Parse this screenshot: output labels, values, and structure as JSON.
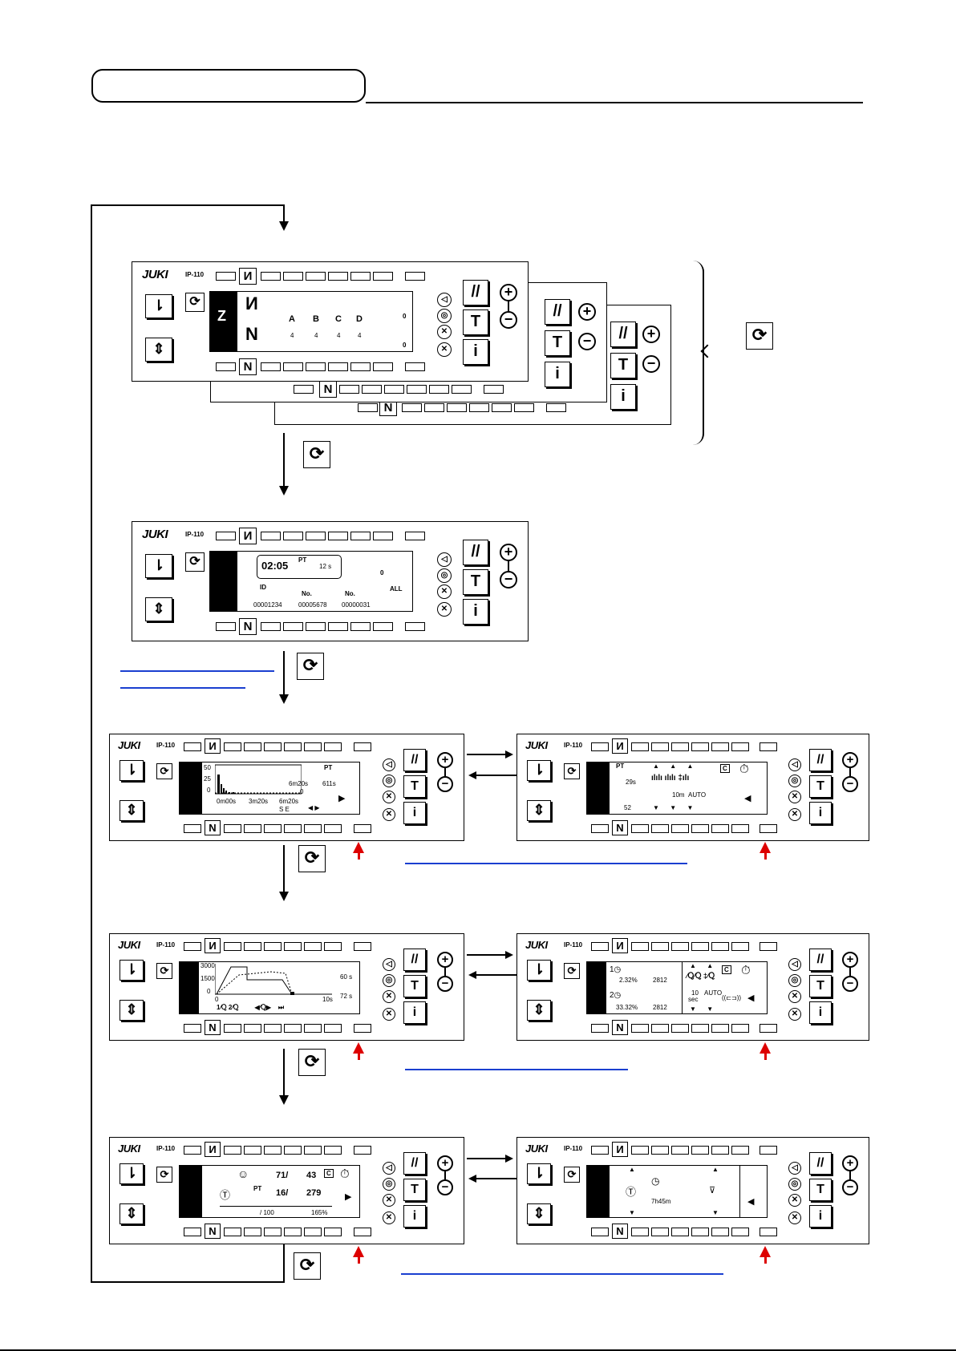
{
  "header": {
    "title_box": ""
  },
  "panel": {
    "brand": "JUKI",
    "model": "IP-110",
    "key_n_top": "И",
    "key_n_bottom": "N",
    "key_reset": "//",
    "key_t": "T",
    "key_i": "i",
    "key_plus": "+",
    "key_minus": "−",
    "key_refresh": "⟳"
  },
  "screen1": {
    "labels": [
      "A",
      "B",
      "C",
      "D"
    ],
    "values": [
      "4",
      "4",
      "4",
      "4"
    ],
    "counter1": "0",
    "counter2": "0"
  },
  "screen2": {
    "time": "02:05",
    "pt": "PT",
    "seconds": "12 s",
    "zero": "0",
    "id_label": "ID",
    "no_label1": "No.",
    "no_label2": "No.",
    "all_label": "ALL",
    "id_value": "00001234",
    "no_value1": "00005678",
    "no_value2": "00000031"
  },
  "screen3": {
    "y_ticks": [
      "50",
      "25",
      "0"
    ],
    "x_ticks": [
      "0m00s",
      "3m20s",
      "6m20s"
    ],
    "pt": "PT",
    "value1": "611s",
    "value2": "6m20s",
    "value3": "0",
    "se": "S E"
  },
  "screen4": {
    "pt": "PT",
    "val1": "29s",
    "val2": "52",
    "val3": "10m",
    "val4": "AUTO",
    "c": "C"
  },
  "screen5": {
    "y_ticks": [
      "3000",
      "1500",
      "0"
    ],
    "x_ticks": [
      "0",
      "10s"
    ],
    "val1": "60 s",
    "val2": "72 s"
  },
  "screen6": {
    "val1": "2.32%",
    "val2": "2812",
    "val3": "33.32%",
    "val4": "2812",
    "val5": "10",
    "sec": "sec",
    "auto": "AUTO",
    "c": "C"
  },
  "screen7": {
    "v1": "71/",
    "v2": "43",
    "v3": "16/",
    "v4": "279",
    "pt": "PT",
    "v5": "/ 100",
    "v6": "165%",
    "c": "C"
  },
  "screen8": {
    "v1": "7h45m"
  }
}
